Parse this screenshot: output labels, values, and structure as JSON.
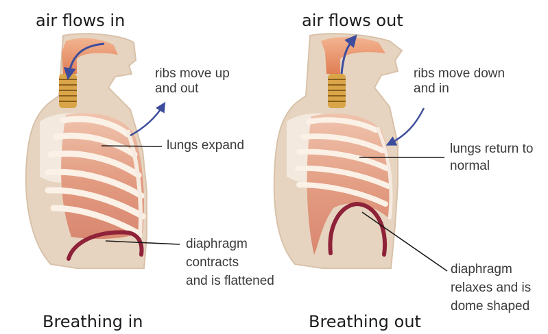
{
  "panels": {
    "inhale": {
      "air_label": "air flows in",
      "ribs_line1": "ribs move up",
      "ribs_line2": "and out",
      "lungs_label": "lungs expand",
      "diaphragm_line1": "diaphragm",
      "diaphragm_line2": "contracts",
      "diaphragm_line3": "and is flattened",
      "caption": "Breathing in"
    },
    "exhale": {
      "air_label": "air flows out",
      "ribs_line1": "ribs move down",
      "ribs_line2": "and in",
      "lungs_line1": "lungs return to",
      "lungs_line2": "normal",
      "diaphragm_line1": "diaphragm",
      "diaphragm_line2": "relaxes and is",
      "diaphragm_line3": "dome shaped",
      "caption": "Breathing out"
    }
  },
  "colors": {
    "skin": "#e6d4c0",
    "skin_edge": "#d8c2aa",
    "airway": "#e8956c",
    "trachea_ring": "#c99a3a",
    "lung": "#e7a88e",
    "rib": "#fbf1e6",
    "diaphragm": "#8e2238",
    "arrow": "#3d4d9c",
    "leader": "#1a1a1a"
  }
}
